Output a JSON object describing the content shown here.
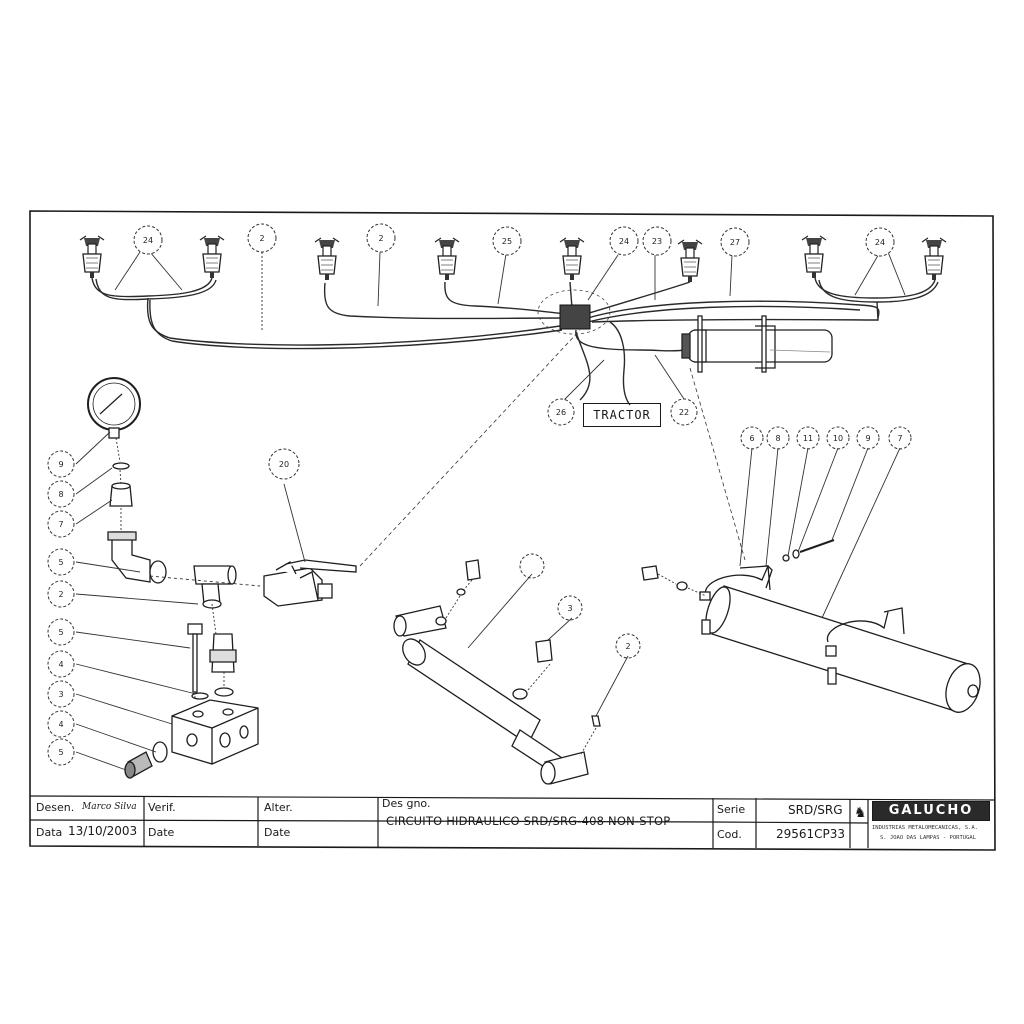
{
  "drawing": {
    "bubbles_top": [
      "24",
      "2",
      "2",
      "25",
      "24",
      "23",
      "27",
      "24"
    ],
    "bubbles_mid": [
      "26",
      "22"
    ],
    "bubbles_left": [
      "9",
      "8",
      "7",
      "5",
      "2",
      "5",
      "4",
      "3",
      "4",
      "5"
    ],
    "bubble_valve": "20",
    "bubbles_cyl": [
      "3",
      "2"
    ],
    "bubbles_tank": [
      "6",
      "8",
      "11",
      "10",
      "9",
      "7"
    ],
    "tractor_label": "TRACTOR"
  },
  "title_block": {
    "desen_label": "Desen.",
    "desen_signature": "Marco Silva",
    "verif_label": "Verif.",
    "alter_label": "Alter.",
    "des_gno_label": "Des gno.",
    "data_label": "Data",
    "data_value": "13/10/2003",
    "date_label_2": "Date",
    "date_label_3": "Date",
    "title": "CIRCUITO HIDRAULICO SRD/SRG-408 NON-STOP",
    "serie_label": "Serie",
    "serie_value": "SRD/SRG",
    "cod_label": "Cod.",
    "cod_value": "29561CP33",
    "company_name": "GALUCHO",
    "company_sub1": "INDUSTRIAS METALOMECANICAS, S.A.",
    "company_sub2": "S. JOAO DAS LAMPAS - PORTUGAL"
  }
}
